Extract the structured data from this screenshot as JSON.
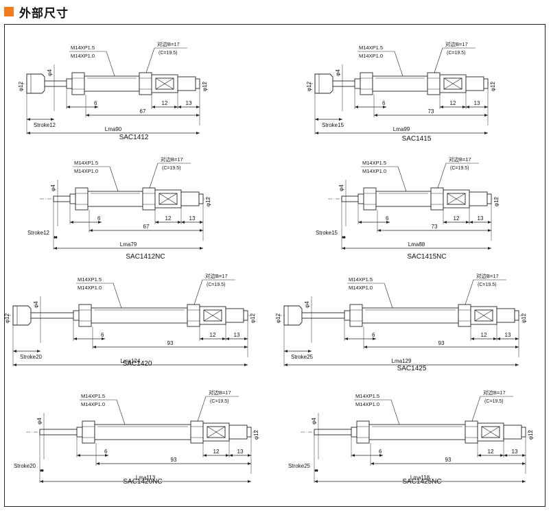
{
  "header": {
    "title": "外部尺寸"
  },
  "colors": {
    "accent": "#f07c1c"
  },
  "drawings": [
    {
      "thread1": "M14XP1.5",
      "thread2": "M14XP1.0",
      "across": "对边B=17",
      "diag": "(C=19.5)",
      "phi_left": "φ12",
      "phi_rod": "φ4",
      "phi_right": "φ12",
      "d6": "6",
      "dmid": "67",
      "d12": "12",
      "d13": "13",
      "stroke": "Stroke12",
      "lma": "Lma90",
      "caption": "SAC1412"
    },
    {
      "thread1": "M14XP1.5",
      "thread2": "M14XP1.0",
      "across": "对边B=17",
      "diag": "(C=19.5)",
      "phi_left": "φ12",
      "phi_rod": "φ4",
      "phi_right": "φ12",
      "d6": "6",
      "dmid": "73",
      "d12": "12",
      "d13": "13",
      "stroke": "Stroke15",
      "lma": "Lma99",
      "caption": "SAC1415"
    },
    {
      "thread1": "M14XP1.5",
      "thread2": "M14XP1.0",
      "across": "对边B=17",
      "diag": "(C=19.5)",
      "phi_left": "",
      "phi_rod": "φ4",
      "phi_right": "φ12",
      "d6": "6",
      "dmid": "67",
      "d12": "12",
      "d13": "13",
      "stroke": "Stroke12",
      "lma": "Lma79",
      "caption": "SAC1412NC"
    },
    {
      "thread1": "M14XP1.5",
      "thread2": "M14XP1.0",
      "across": "对边B=17",
      "diag": "(C=19.5)",
      "phi_left": "",
      "phi_rod": "φ4",
      "phi_right": "φ12",
      "d6": "6",
      "dmid": "73",
      "d12": "12",
      "d13": "13",
      "stroke": "Stroke15",
      "lma": "Lma88",
      "caption": "SAC1415NC"
    },
    {
      "thread1": "M14XP1.5",
      "thread2": "M14XP1.0",
      "across": "对边B=17",
      "diag": "(C=19.5)",
      "phi_left": "φ12",
      "phi_rod": "φ4",
      "phi_right": "φ12",
      "d6": "6",
      "dmid": "93",
      "d12": "12",
      "d13": "13",
      "stroke": "Stroke20",
      "lma": "Lma124",
      "caption": "SAC1420"
    },
    {
      "thread1": "M14XP1.5",
      "thread2": "M14XP1.0",
      "across": "对边B=17",
      "diag": "(C=19.5)",
      "phi_left": "φ12",
      "phi_rod": "φ4",
      "phi_right": "φ12",
      "d6": "6",
      "dmid": "93",
      "d12": "12",
      "d13": "13",
      "stroke": "Stroke25",
      "lma": "Lma129",
      "caption": "SAC1425"
    },
    {
      "thread1": "M14XP1.5",
      "thread2": "M14XP1.0",
      "across": "对边B=17",
      "diag": "(C=19.5)",
      "phi_left": "",
      "phi_rod": "φ4",
      "phi_right": "φ12",
      "d6": "6",
      "dmid": "93",
      "d12": "12",
      "d13": "13",
      "stroke": "Stroke20",
      "lma": "Lma113",
      "caption": "SAC1420NC"
    },
    {
      "thread1": "M14XP1.5",
      "thread2": "M14XP1.0",
      "across": "对边B=17",
      "diag": "(C=19.5)",
      "phi_left": "",
      "phi_rod": "φ4",
      "phi_right": "φ12",
      "d6": "6",
      "dmid": "93",
      "d12": "12",
      "d13": "13",
      "stroke": "Stroke25",
      "lma": "Lma118",
      "caption": "SAC1425NC"
    }
  ]
}
